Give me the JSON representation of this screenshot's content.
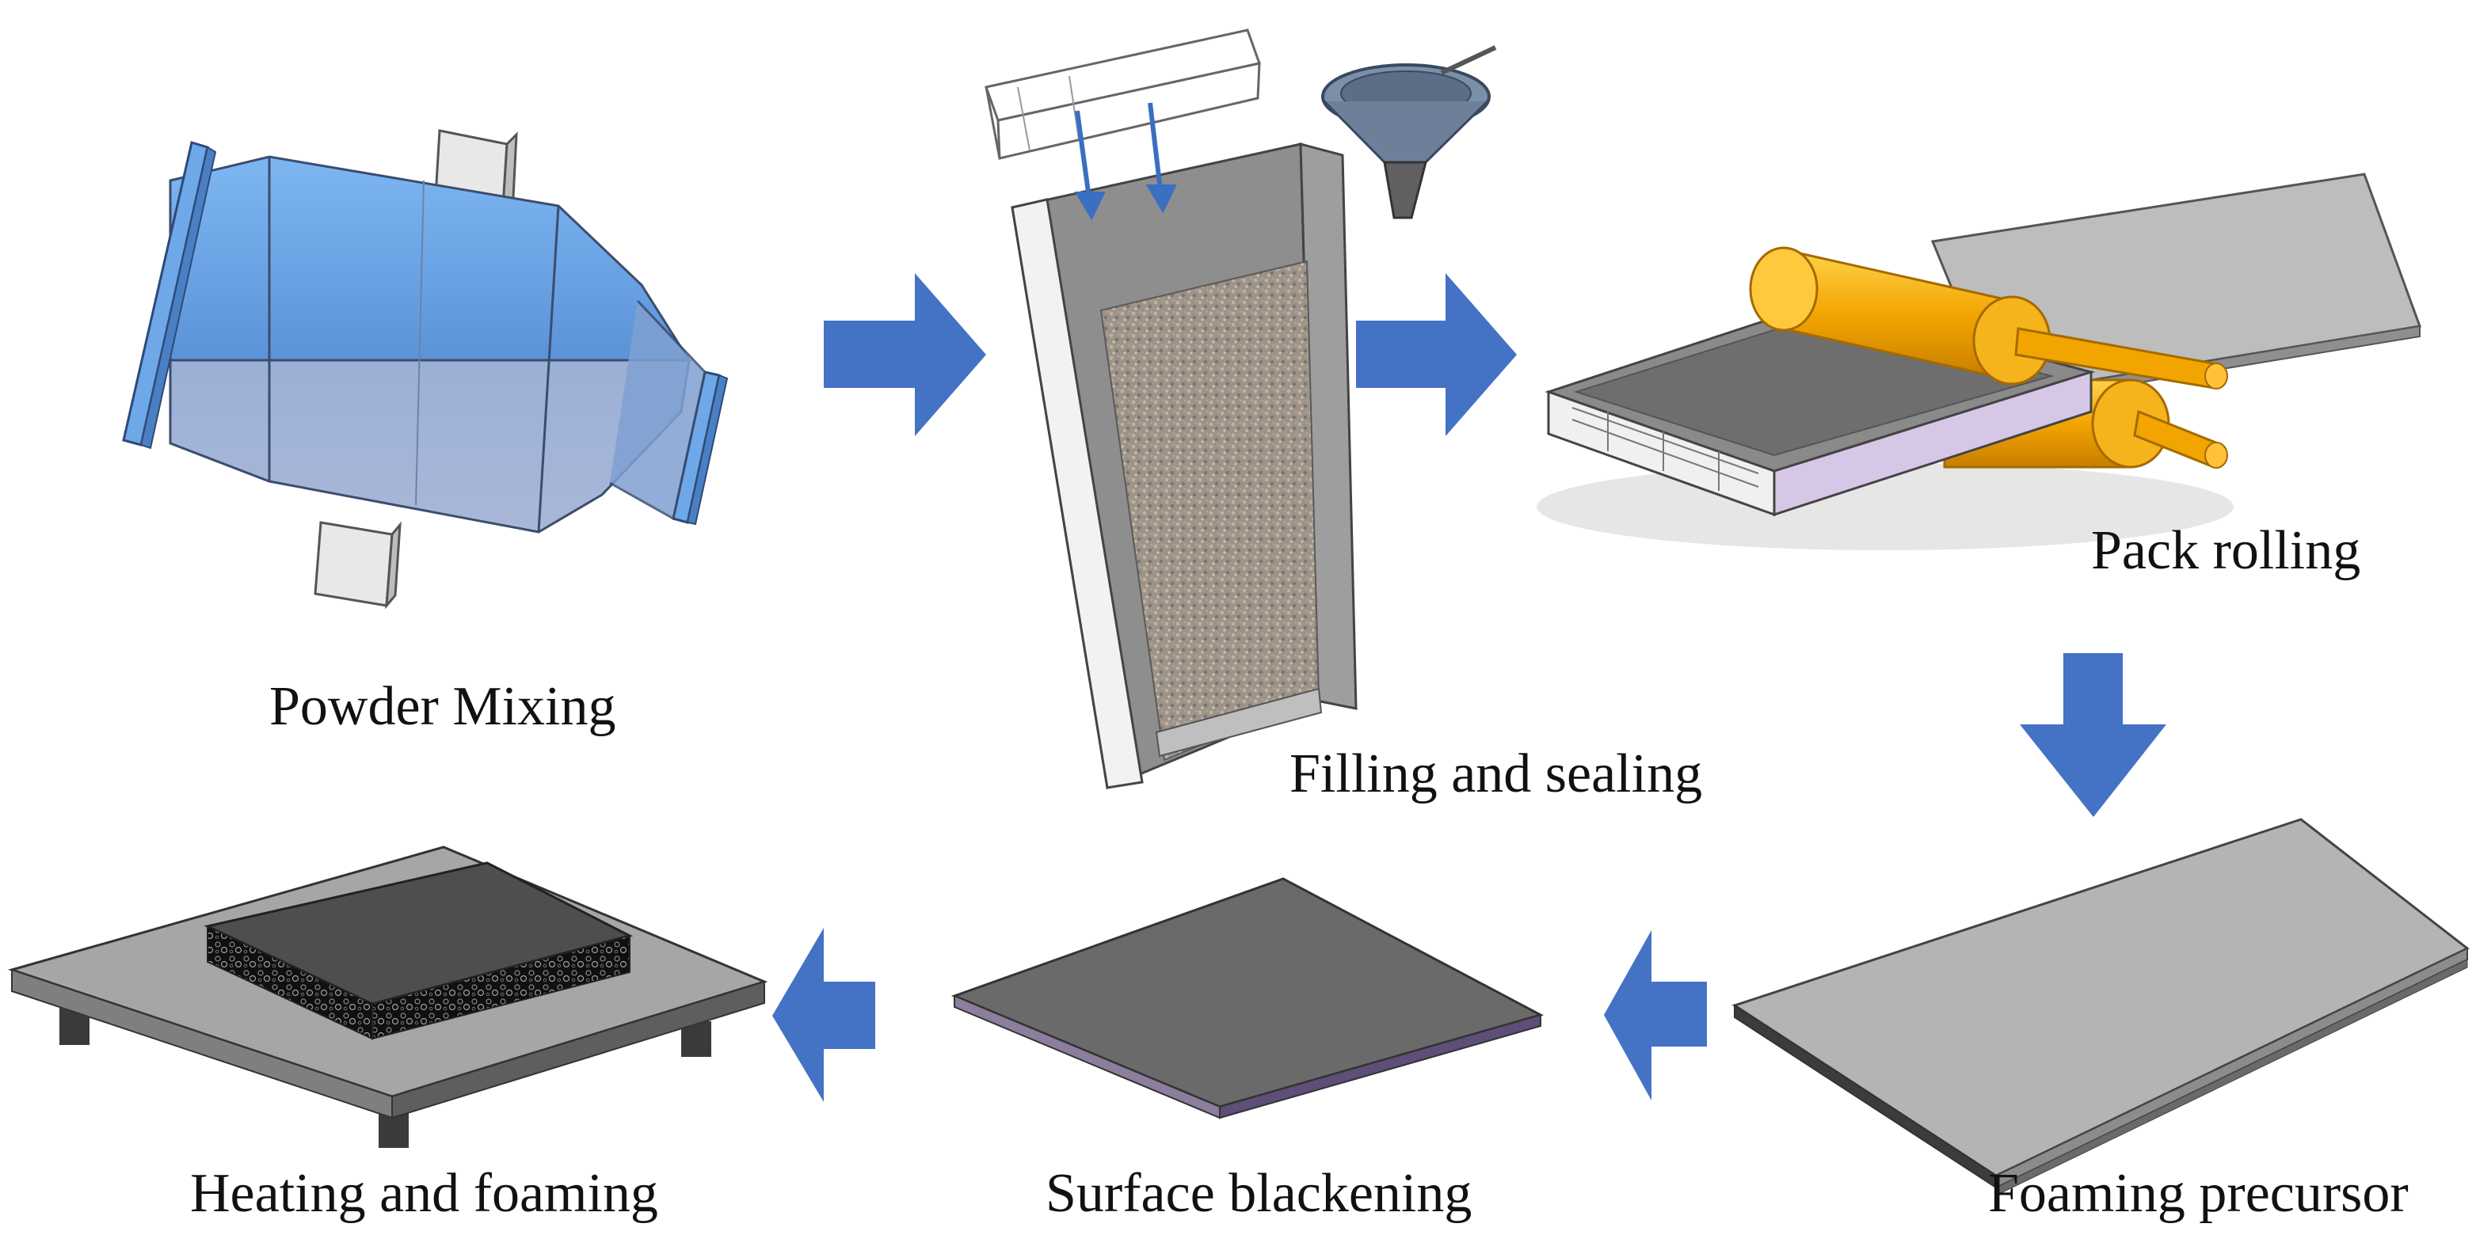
{
  "steps": {
    "powder_mixing": "Powder Mixing",
    "filling_sealing": "Filling and sealing",
    "pack_rolling": "Pack rolling",
    "foaming_precursor": "Foaming precursor",
    "surface_blackening": "Surface blackening",
    "heating_foaming": "Heating and foaming"
  },
  "colors": {
    "flow_arrow": "#4472C4",
    "mixer_blue": "#6FA8E8",
    "roller": "#F0A500",
    "plate_grey": "#A9A9A9",
    "dark_plate": "#5A5A5A",
    "liner": "#C9B8DA"
  }
}
